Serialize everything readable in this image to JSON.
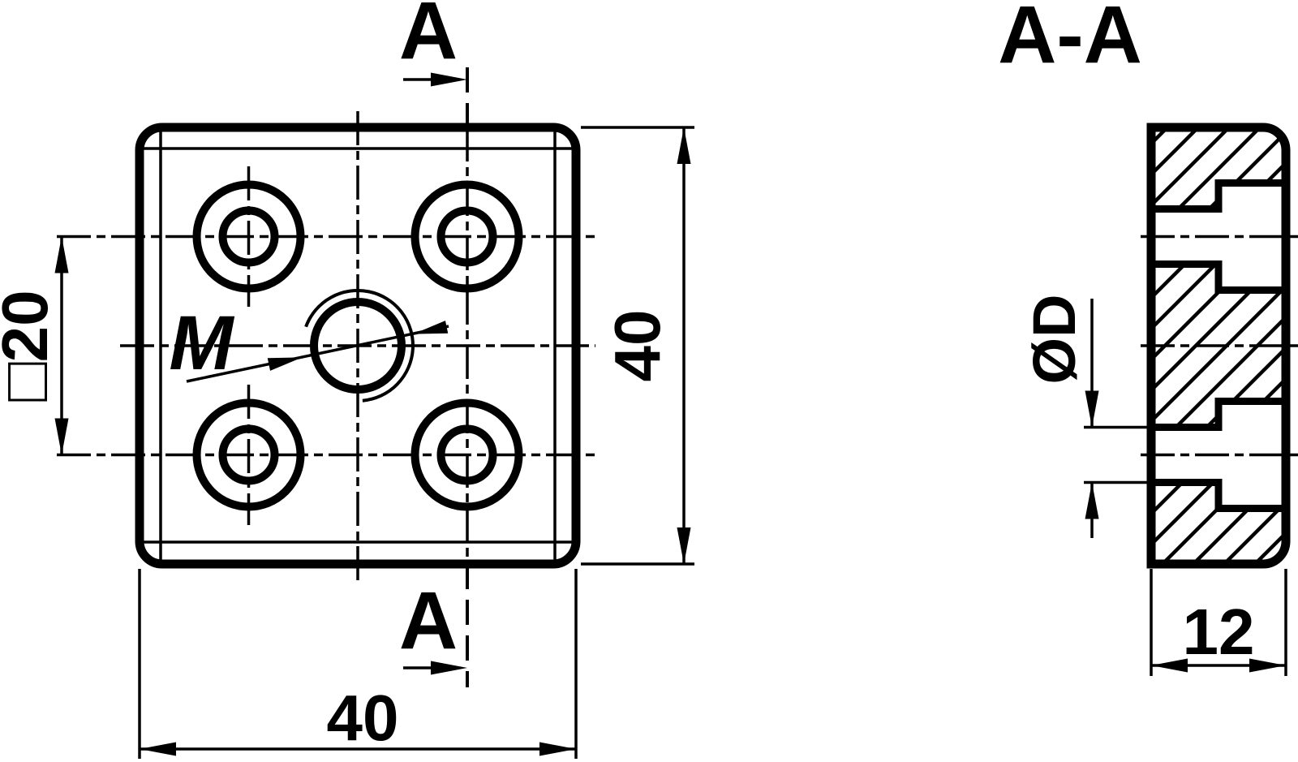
{
  "drawing": {
    "kind": "technical-drawing",
    "part": "adapter plate 40x40 with four counterbored holes and central thread",
    "front_view": {
      "section_label_top": "A",
      "section_label_bottom": "A",
      "thread_callout": "M",
      "dim_hole_spacing": "□20",
      "dim_height": "40",
      "dim_width": "40"
    },
    "section_view": {
      "title": "A-A",
      "dim_hole_diameter": "ØD",
      "dim_thickness": "12"
    },
    "style": {
      "line_color": "#000000",
      "background_color": "#ffffff"
    }
  }
}
